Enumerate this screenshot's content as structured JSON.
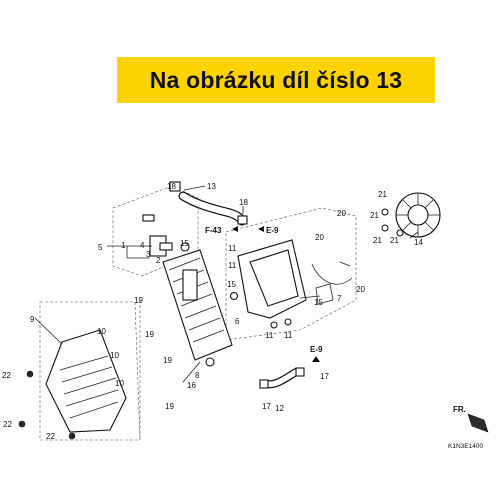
{
  "banner": {
    "text": "Na obrázku díl číslo 13",
    "color": "#ffd200"
  },
  "refs": {
    "f43": "F-43",
    "e9_top": "E-9",
    "e9_bottom": "E-9",
    "fr": "FR."
  },
  "diagram_code": "K1N3E1400",
  "callouts": {
    "c13": "13",
    "c18a": "18",
    "c18b": "18",
    "c21a": "21",
    "c21b": "21",
    "c21c": "21",
    "c21d": "21",
    "c20a": "20",
    "c20b": "20",
    "c20c": "20",
    "c14": "14",
    "c5": "5",
    "c1": "1",
    "c4": "4",
    "c3": "3",
    "c2": "2",
    "c15a": "15",
    "c15b": "15",
    "c15c": "15",
    "c11a": "11",
    "c11b": "11",
    "c11c": "11",
    "c11d": "11",
    "c7": "7",
    "c6": "6",
    "c9": "9",
    "c10a": "10",
    "c10b": "10",
    "c10c": "10",
    "c19a": "19",
    "c19b": "19",
    "c19c": "19",
    "c19d": "19",
    "c8": "8",
    "c16": "16",
    "c22a": "22",
    "c22b": "22",
    "c22c": "22",
    "c17a": "17",
    "c17b": "17",
    "c12": "12"
  }
}
